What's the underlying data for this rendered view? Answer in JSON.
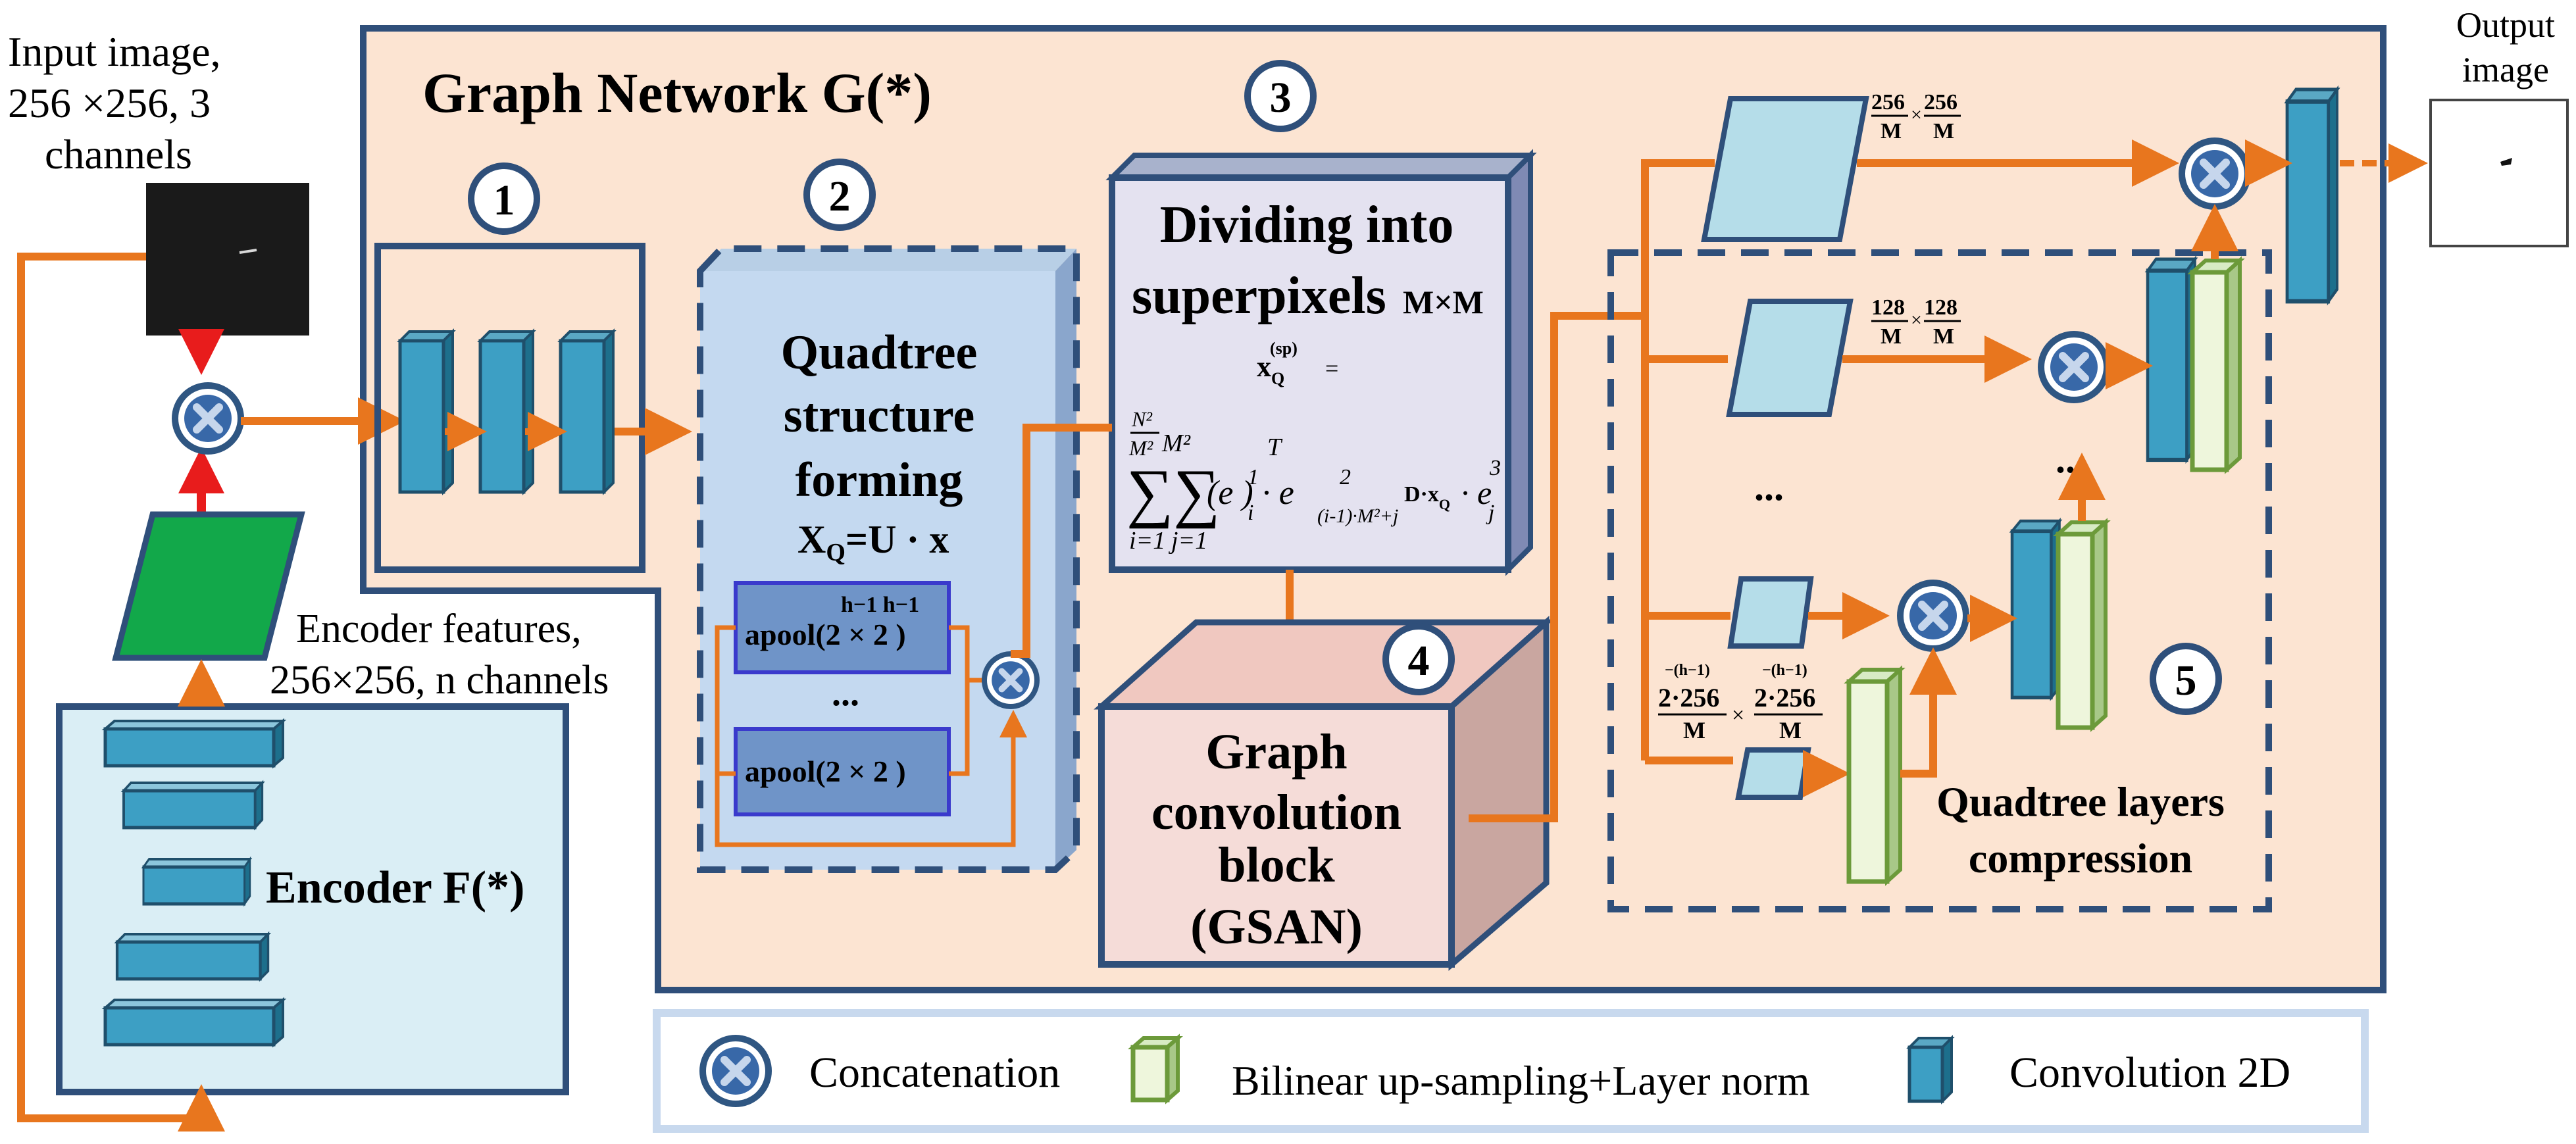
{
  "input": {
    "label_line1": "Input image,",
    "label_line2": "256 ×256, 3",
    "label_line3": "channels"
  },
  "encoder": {
    "features_line1": "Encoder features,",
    "features_line2": "256×256, n channels",
    "title": "Encoder F(*)"
  },
  "graph_network": {
    "title": "Graph Network  G(*)"
  },
  "steps": {
    "s1": "1",
    "s2": "2",
    "s3": "3",
    "s4": "4",
    "s5": "5"
  },
  "quadtree": {
    "line1": "Quadtree",
    "line2": "structure",
    "line3": "forming",
    "formula": "X",
    "formula_sub": "Q",
    "formula_rest": "=U · x",
    "pool1_sup": "h−1   h−1",
    "pool1": "apool(2 × 2   )",
    "ellipsis": "...",
    "pool2": "apool(2 × 2  )"
  },
  "superpixel": {
    "line1": "Dividing into",
    "line2": "superpixels",
    "mm": "M×M",
    "x_label": "x",
    "x_sup": "(sp)",
    "x_sub": "Q",
    "eq": "=",
    "sum_top1": "N²",
    "sum_top2": "M²",
    "sum_top3": "M²",
    "sum_bottom1": "i=1",
    "sum_bottom2": "j=1",
    "sum_body": "(e  ) · e",
    "e1_sup": "1",
    "e1_sub": "i",
    "T": "T",
    "e2_sup": "2",
    "e2_sub": "(i-1)·M²+j",
    "dx": "D·x",
    "dx_sub": "Q",
    "e3": "· e",
    "e3_sup": "3",
    "e3_sub": "j"
  },
  "gcn": {
    "line1": "Graph",
    "line2": "convolution",
    "line3": "block",
    "line4": "(GSAN)"
  },
  "compression": {
    "line1": "Quadtree layers",
    "line2": "compression",
    "scale1_a": "256",
    "scale1_b": "256",
    "scale2_a": "128",
    "scale2_b": "128",
    "m": "M",
    "times": "×",
    "scale3_exp": "−(h−1)",
    "scale3_num": "2·256",
    "ellipsis": "..."
  },
  "output": {
    "line1": "Output",
    "line2": "image"
  },
  "legend": {
    "concat": "Concatenation",
    "upsample": "Bilinear up-sampling+Layer norm",
    "conv": "Convolution 2D"
  },
  "colors": {
    "orange": "#e8761e",
    "navy": "#2f4f7a",
    "peach": "#fce4d2",
    "teal": "#3a9cc0",
    "green": "#18b14a"
  }
}
